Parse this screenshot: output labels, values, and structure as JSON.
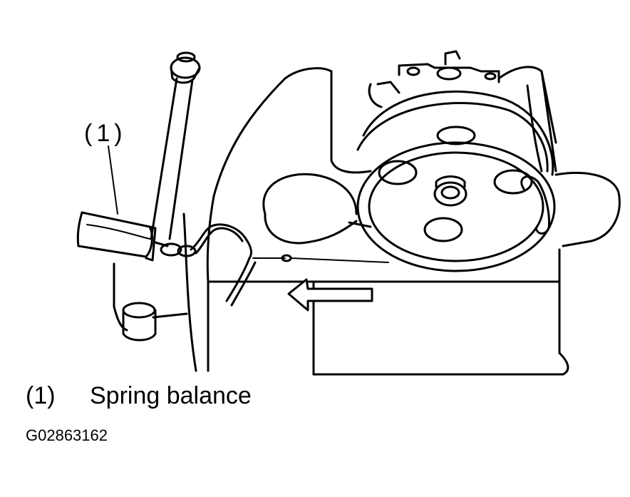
{
  "callout": {
    "number": "(1)"
  },
  "legend": {
    "number": "(1)",
    "label": "Spring balance"
  },
  "figure_id": "G02863162",
  "colors": {
    "ink": "#000000",
    "paper": "#ffffff"
  }
}
